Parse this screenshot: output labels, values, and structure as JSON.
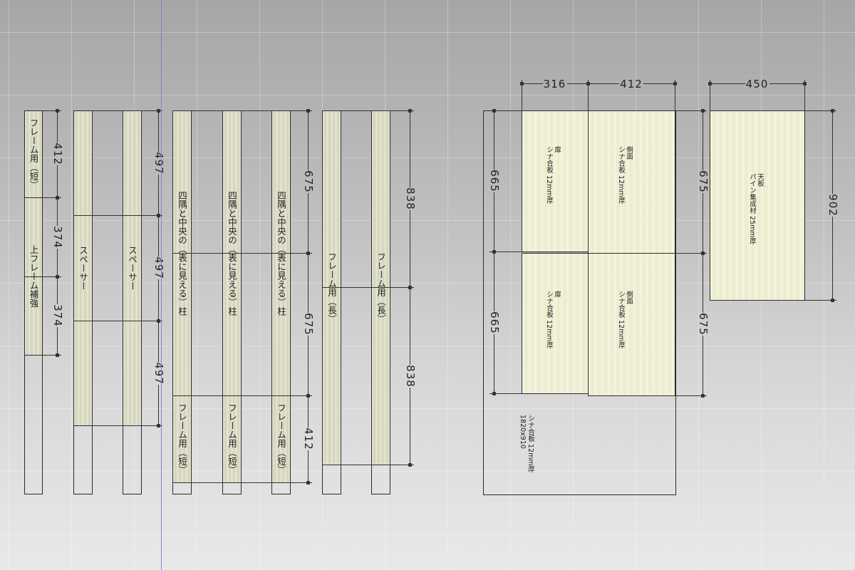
{
  "labels": [
    "フレーム用（短）",
    "上フレーム補強",
    "スペーサー",
    "スペーサー",
    "四隅と中央の（表に見える）柱",
    "四隅と中央の（表に見える）柱",
    "四隅と中央の（表に見える）柱",
    "フレーム用（短）",
    "フレーム用（短）",
    "フレーム用（短）",
    "フレーム用（長）",
    "フレーム用（長）"
  ],
  "panels": [
    {
      "title": "扉",
      "material": "シナ合板 12mm厚"
    },
    {
      "title": "扉",
      "material": "シナ合板 12mm厚"
    },
    {
      "title": "側面",
      "material": "シナ合板 12mm厚"
    },
    {
      "title": "側面",
      "material": "シナ合板 12mm厚"
    },
    {
      "title": "天板",
      "material": "パイン集成材 25mm厚"
    },
    {
      "title": "シナ合板 12mm厚",
      "material": "1820x910"
    }
  ],
  "dimensions": [
    "412",
    "374",
    "374",
    "497",
    "497",
    "497",
    "675",
    "675",
    "412",
    "838",
    "838",
    "665",
    "665",
    "675",
    "675",
    "902",
    "316",
    "412",
    "450"
  ],
  "colors": {
    "guide": "#7f7fe0",
    "wood": "#dcdcc6",
    "plywood": "#efefd4"
  }
}
